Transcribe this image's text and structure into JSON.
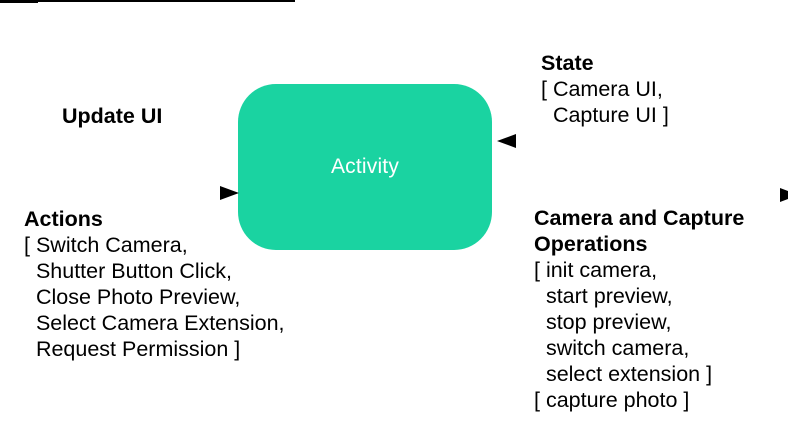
{
  "node": {
    "label": "Activity"
  },
  "colors": {
    "node_fill": "#1AD3A1",
    "node_text": "#FFFFFF",
    "arrow": "#000000",
    "text": "#000000",
    "background": "#FFFFFF"
  },
  "labels": {
    "update_ui": {
      "title": "Update UI"
    },
    "state": {
      "title": "State",
      "lines": [
        "[ Camera UI,",
        "  Capture UI ]"
      ]
    },
    "actions": {
      "title": "Actions",
      "lines": [
        "[ Switch Camera,",
        "  Shutter Button Click,",
        "  Close Photo Preview,",
        "  Select Camera Extension,",
        "  Request Permission ]"
      ]
    },
    "operations": {
      "title_lines": [
        "Camera and Capture",
        "Operations"
      ],
      "lines": [
        "[ init camera,",
        "  start preview,",
        "  stop preview,",
        "  switch camera,",
        "  select extension ]",
        "[ capture photo ]"
      ]
    }
  }
}
